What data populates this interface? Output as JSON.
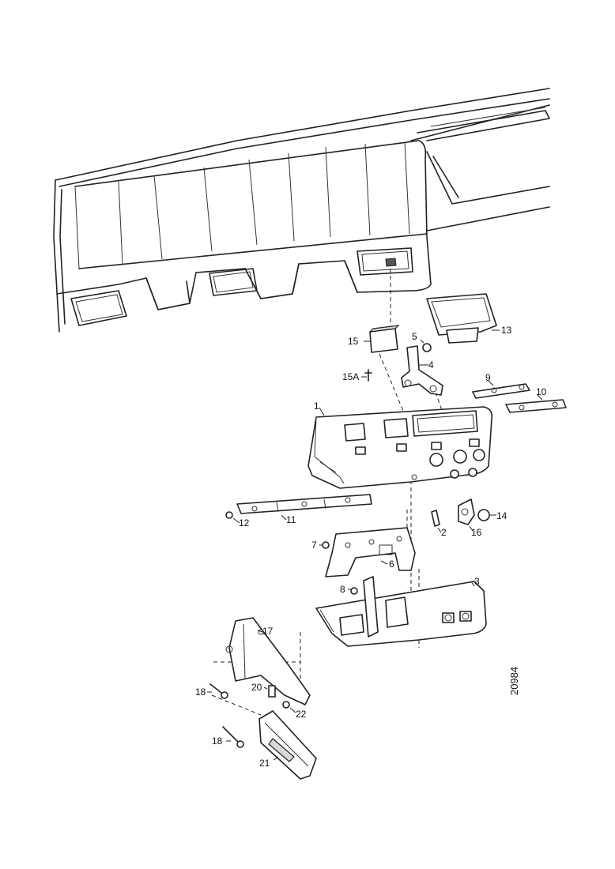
{
  "diagram": {
    "drawing_number": "20984",
    "callouts": {
      "p1": "1",
      "p2": "2",
      "p3": "3",
      "p4": "4",
      "p5": "5",
      "p6": "6",
      "p7": "7",
      "p8": "8",
      "p9": "9",
      "p10": "10",
      "p11": "11",
      "p12": "12",
      "p13": "13",
      "p14": "14",
      "p15": "15",
      "p15a": "15A",
      "p16": "16",
      "p17": "17",
      "p18a": "18",
      "p18b": "18",
      "p20": "20",
      "p21": "21",
      "p22": "22"
    }
  }
}
